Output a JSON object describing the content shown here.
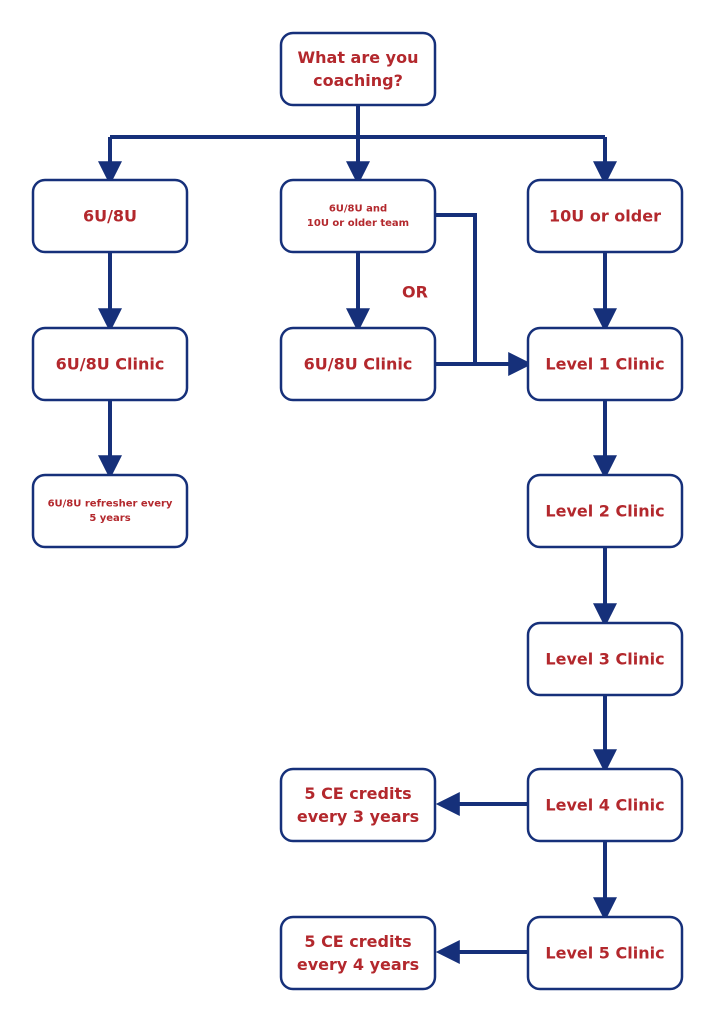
{
  "colors": {
    "arrow": "#16307a",
    "text": "#b3282d",
    "box_border": "#16307a",
    "background": "#ffffff"
  },
  "nodes": {
    "start": [
      "What are you",
      "coaching?"
    ],
    "age_6u8u": [
      "6U/8U"
    ],
    "age_both": [
      "6U/8U  and",
      "10U or older team"
    ],
    "age_10u": [
      "10U or older"
    ],
    "clinic_6u8u_left": [
      "6U/8U Clinic"
    ],
    "clinic_6u8u_mid": [
      "6U/8U Clinic"
    ],
    "level1": [
      "Level 1 Clinic"
    ],
    "refresher": [
      "6U/8U refresher every",
      "5 years"
    ],
    "level2": [
      "Level 2 Clinic"
    ],
    "level3": [
      "Level 3 Clinic"
    ],
    "level4": [
      "Level 4 Clinic"
    ],
    "level5": [
      "Level 5 Clinic"
    ],
    "ce_level4": [
      "5 CE credits",
      "every 3 years"
    ],
    "ce_level5": [
      "5 CE credits",
      "every 4 years"
    ]
  },
  "labels": {
    "or": "OR"
  }
}
